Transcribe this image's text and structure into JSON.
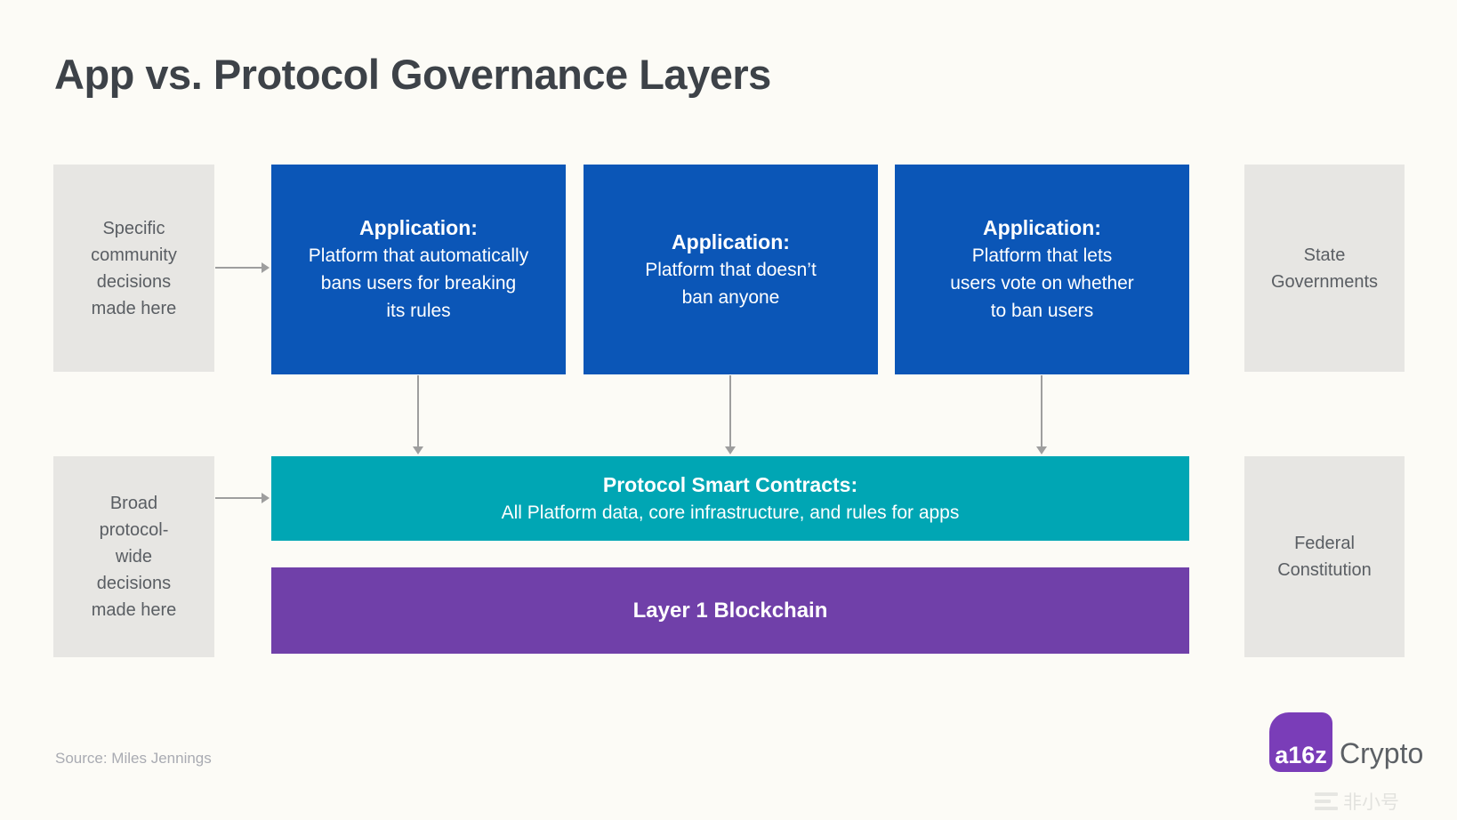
{
  "page": {
    "title": "App vs. Protocol Governance Layers",
    "source": "Source: Miles Jennings",
    "watermark": "非小号"
  },
  "colors": {
    "background": "#fcfbf6",
    "application_blue": "#0b56b7",
    "protocol_teal": "#00a6b4",
    "blockchain_purple": "#7040a9",
    "side_box_gray": "#e7e6e3",
    "logo_purple": "#7a3db8",
    "arrow_gray": "#9e9e9e"
  },
  "side_labels": {
    "top_left": "Specific\ncommunity\ndecisions\nmade here",
    "bottom_left": "Broad\nprotocol-\nwide\ndecisions\nmade here",
    "top_right": "State\nGovernments",
    "bottom_right": "Federal\nConstitution"
  },
  "applications": [
    {
      "heading": "Application:",
      "body": "Platform that automatically\nbans users for breaking\nits rules"
    },
    {
      "heading": "Application:",
      "body": "Platform that doesn’t\nban anyone"
    },
    {
      "heading": "Application:",
      "body": "Platform that lets\nusers vote on whether\nto ban users"
    }
  ],
  "protocol": {
    "heading": "Protocol Smart Contracts:",
    "body": "All Platform data, core infrastructure, and rules for apps"
  },
  "blockchain": {
    "label": "Layer 1 Blockchain"
  },
  "logo": {
    "mark": "a16z",
    "wordmark": "Crypto"
  }
}
